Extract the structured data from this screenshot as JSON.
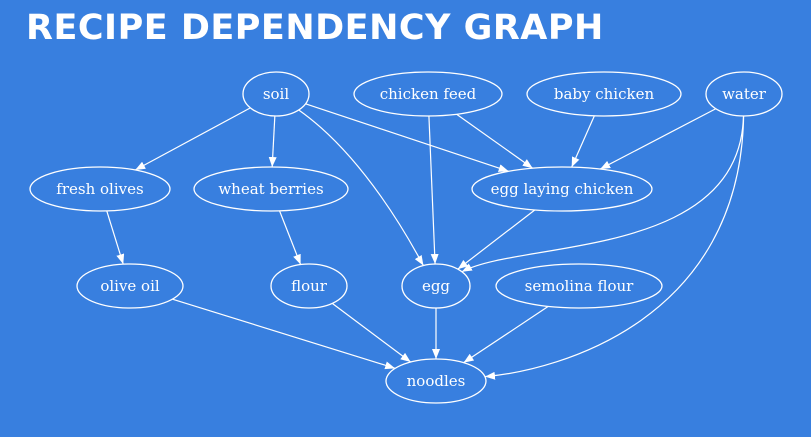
{
  "title": "RECIPE DEPENDENCY GRAPH",
  "colors": {
    "background": "#387fdf",
    "stroke": "#ffffff"
  },
  "nodes": [
    {
      "id": "soil",
      "label": "soil"
    },
    {
      "id": "chicken_feed",
      "label": "chicken feed"
    },
    {
      "id": "baby_chicken",
      "label": "baby chicken"
    },
    {
      "id": "water",
      "label": "water"
    },
    {
      "id": "fresh_olives",
      "label": "fresh olives"
    },
    {
      "id": "wheat_berries",
      "label": "wheat berries"
    },
    {
      "id": "egg_laying_chicken",
      "label": "egg laying chicken"
    },
    {
      "id": "olive_oil",
      "label": "olive oil"
    },
    {
      "id": "flour",
      "label": "flour"
    },
    {
      "id": "egg",
      "label": "egg"
    },
    {
      "id": "semolina_flour",
      "label": "semolina flour"
    },
    {
      "id": "noodles",
      "label": "noodles"
    }
  ],
  "edges": [
    {
      "from": "soil",
      "to": "fresh_olives"
    },
    {
      "from": "soil",
      "to": "wheat_berries"
    },
    {
      "from": "soil",
      "to": "egg"
    },
    {
      "from": "soil",
      "to": "egg_laying_chicken"
    },
    {
      "from": "chicken_feed",
      "to": "egg_laying_chicken"
    },
    {
      "from": "chicken_feed",
      "to": "egg"
    },
    {
      "from": "baby_chicken",
      "to": "egg_laying_chicken"
    },
    {
      "from": "water",
      "to": "egg_laying_chicken"
    },
    {
      "from": "water",
      "to": "egg"
    },
    {
      "from": "water",
      "to": "noodles"
    },
    {
      "from": "fresh_olives",
      "to": "olive_oil"
    },
    {
      "from": "wheat_berries",
      "to": "flour"
    },
    {
      "from": "egg_laying_chicken",
      "to": "egg"
    },
    {
      "from": "olive_oil",
      "to": "noodles"
    },
    {
      "from": "flour",
      "to": "noodles"
    },
    {
      "from": "egg",
      "to": "noodles"
    },
    {
      "from": "semolina_flour",
      "to": "noodles"
    }
  ]
}
